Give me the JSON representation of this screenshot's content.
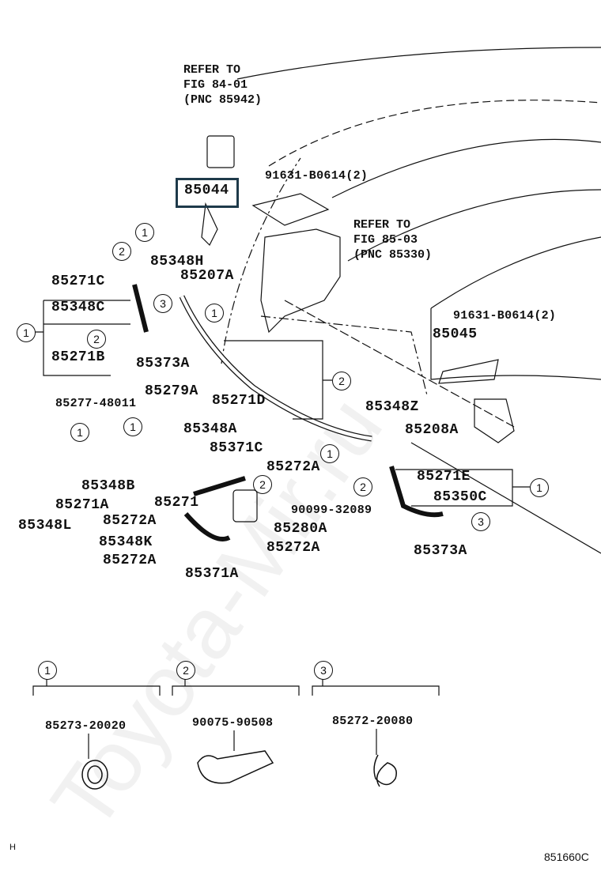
{
  "diagram": {
    "refs": [
      {
        "lines": [
          "REFER TO",
          "FIG 84-01",
          "(PNC 85942)"
        ]
      },
      {
        "lines": [
          "REFER TO",
          "FIG 85-03",
          "(PNC 85330)"
        ]
      }
    ],
    "highlighted_part": "85044",
    "highlight_color": "#1e3a4a",
    "parts": [
      "91631-B0614(2)",
      "85348H",
      "85271C",
      "85207A",
      "85348C",
      "85271B",
      "85373A",
      "91631-B0614(2)",
      "85045",
      "85279A",
      "85277-48011",
      "85271D",
      "85348Z",
      "85348A",
      "85208A",
      "85371C",
      "85272A",
      "85271E",
      "85348B",
      "85271A",
      "85271",
      "85350C",
      "90099-32089",
      "85272A",
      "85348L",
      "85280A",
      "85348K",
      "85373A",
      "85272A",
      "85272A",
      "85371A"
    ],
    "callouts": [
      "1",
      "2",
      "3",
      "1",
      "1",
      "2",
      "2",
      "1",
      "1",
      "2",
      "1",
      "2",
      "1",
      "3"
    ],
    "legend": [
      {
        "number": "1",
        "part": "85273-20020",
        "icon": "hose-clamp-icon"
      },
      {
        "number": "2",
        "part": "90075-90508",
        "icon": "band-clamp-icon"
      },
      {
        "number": "3",
        "part": "85272-20080",
        "icon": "wire-clip-icon"
      }
    ],
    "corner_mark": "H",
    "figure_code": "851660C",
    "watermark": "Toyota-Mir.ru"
  }
}
